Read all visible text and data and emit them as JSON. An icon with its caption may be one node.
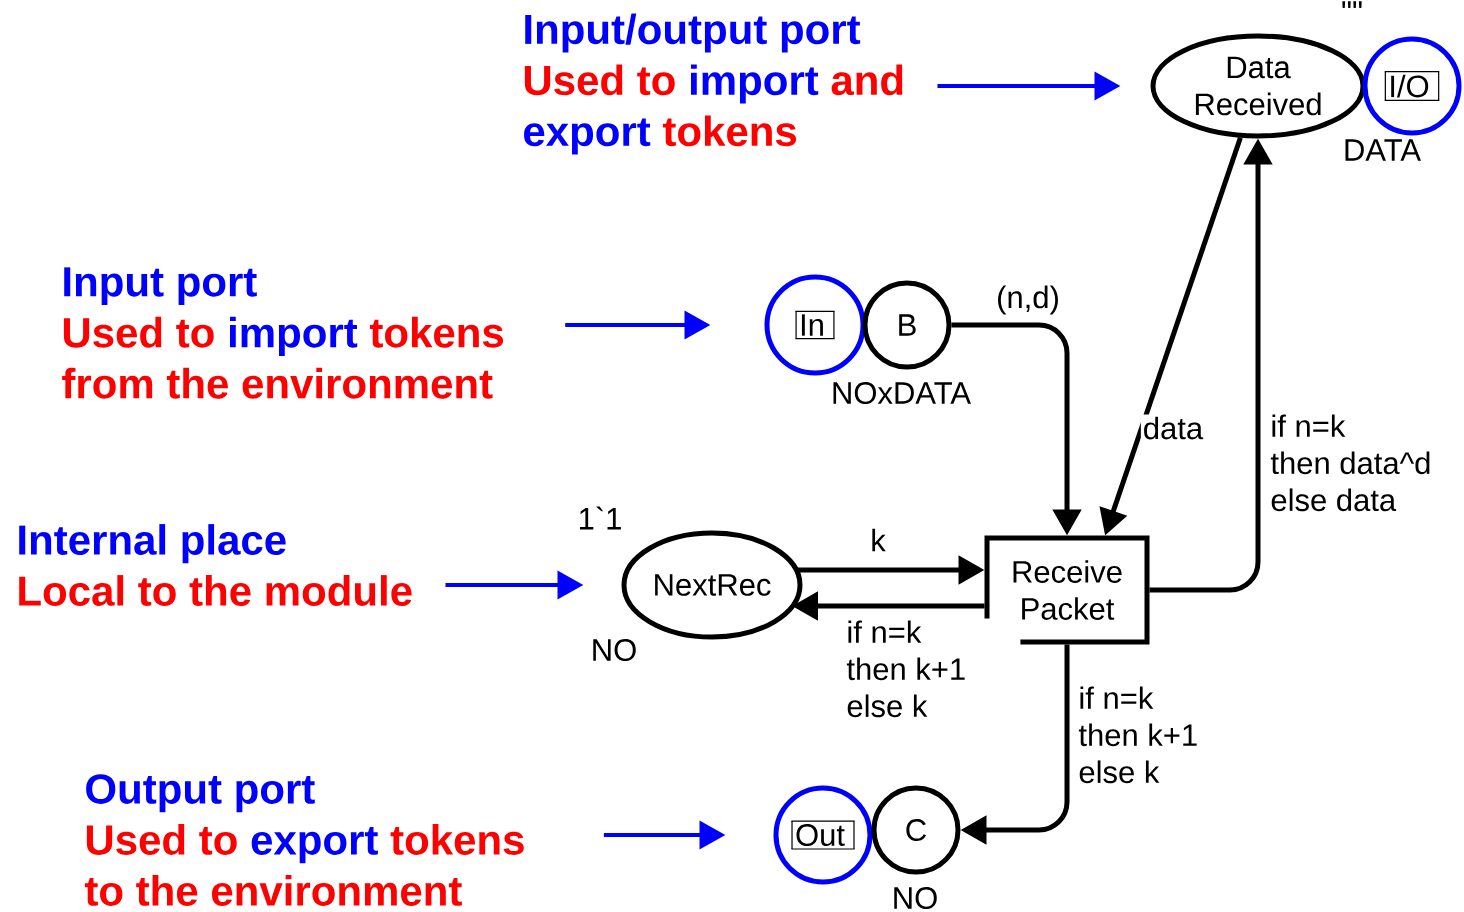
{
  "diagram": {
    "nodes": [
      {
        "text": [
          "Input/output port",
          "Used to",
          "import",
          "and",
          "export",
          "tokens"
        ]
      },
      {
        "text": [
          "Data Received"
        ],
        "beside": [
          "\"\"",
          "DATA"
        ]
      },
      {
        "text": [
          "I/O"
        ]
      },
      {
        "text": [
          "Input port",
          "Used to",
          "import",
          "tokens",
          "from the environment"
        ]
      },
      {
        "text": [
          "In"
        ]
      },
      {
        "text": [
          "B"
        ],
        "beside": [
          "NOxDATA"
        ]
      },
      {
        "text": [
          "Internal place",
          "Local to the module"
        ]
      },
      {
        "text": [
          "NextRec"
        ],
        "beside": [
          "1`1",
          "NO"
        ]
      },
      {
        "text": [
          "Receive Packet"
        ]
      },
      {
        "text": [
          "Output port",
          "Used to",
          "export",
          "tokens",
          "to the environment"
        ]
      },
      {
        "text": [
          "Out"
        ]
      },
      {
        "text": [
          "C"
        ],
        "beside": [
          "NO"
        ]
      }
    ],
    "edges": [
      {
        "from": 0,
        "to": 1,
        "arrow": "to",
        "color": "#0000ff"
      },
      {
        "from": 3,
        "to": 4,
        "arrow": "to",
        "color": "#0000ff"
      },
      {
        "from": 6,
        "to": 7,
        "arrow": "to",
        "color": "#0000ff"
      },
      {
        "from": 9,
        "to": 10,
        "arrow": "to",
        "color": "#0000ff"
      },
      {
        "from": 5,
        "to": 8,
        "arrow": "to",
        "label": "(n,d)"
      },
      {
        "from": 1,
        "to": 8,
        "arrow": "to",
        "label": "data"
      },
      {
        "from": 8,
        "to": 1,
        "arrow": "to",
        "label": "if n=k then data^d else data"
      },
      {
        "from": 7,
        "to": 8,
        "arrow": "to",
        "label": "k"
      },
      {
        "from": 8,
        "to": 7,
        "arrow": "to",
        "label": "if n=k then k+1 else k"
      },
      {
        "from": 8,
        "to": 11,
        "arrow": "to",
        "label": "if n=k then k+1 else k"
      }
    ]
  }
}
